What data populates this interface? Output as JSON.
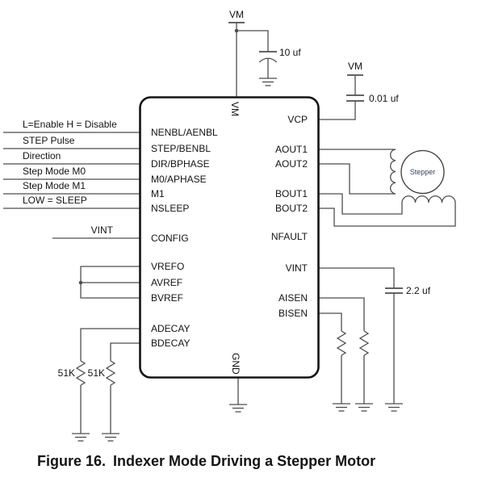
{
  "colors": {
    "ink": "#141414",
    "wire": "#4e4e4e",
    "background": "#ffffff"
  },
  "ic": {
    "top_pin": "VM",
    "bottom_pin": "GND",
    "left_pins": [
      "NENBL/AENBL",
      "STEP/BENBL",
      "DIR/BPHASE",
      "M0/APHASE",
      "M1",
      "NSLEEP",
      "CONFIG",
      "VREFO",
      "AVREF",
      "BVREF",
      "ADECAY",
      "BDECAY"
    ],
    "right_pins": [
      "VCP",
      "AOUT1",
      "AOUT2",
      "BOUT1",
      "BOUT2",
      "NFAULT",
      "VINT",
      "AISEN",
      "BISEN"
    ]
  },
  "inputs": [
    "L=Enable H = Disable",
    "STEP Pulse",
    "Direction",
    "Step Mode M0",
    "Step Mode M1",
    "LOW = SLEEP"
  ],
  "labels": {
    "vint_net": "VINT",
    "supply_top": "VM",
    "supply_vcp": "VM",
    "cap_bulk": "10 uf",
    "cap_vcp": "0.01 uf",
    "cap_vint": "2.2 uf",
    "res_adecay": "51K",
    "res_bdecay": "51K",
    "motor": "Stepper"
  },
  "caption": {
    "figure": "Figure 16.",
    "title": "Indexer Mode Driving a Stepper Motor"
  }
}
